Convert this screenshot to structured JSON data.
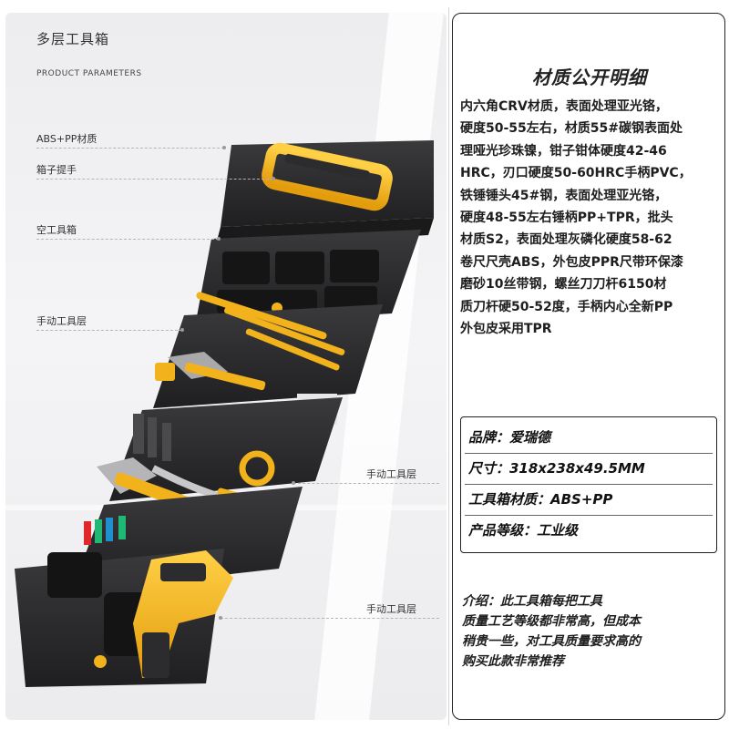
{
  "left_panel": {
    "title": "多层工具箱",
    "subtitle": "PRODUCT PARAMETERS",
    "callouts": [
      {
        "label": "ABS+PP材质"
      },
      {
        "label": "箱子提手"
      },
      {
        "label": "空工具箱"
      },
      {
        "label": "手动工具层"
      },
      {
        "label": "手动工具层"
      },
      {
        "label": "手动工具层"
      }
    ],
    "colors": {
      "case": "#2a2a2c",
      "accent": "#f2b21c",
      "background": "#efeff1"
    }
  },
  "right_panel": {
    "title": "材质公开明细",
    "material_lines": [
      "内六角CRV材质，表面处理亚光铬，",
      "硬度50-55左右，材质55#碳钢表面处",
      "理哑光珍珠镍，钳子钳体硬度42-46",
      "HRC，刃口硬度50-60HRC手柄PVC，",
      "铁锤锤头45#钢，表面处理亚光铬，",
      "硬度48-55左右锤柄PP+TPR，批头",
      "材质S2，表面处理灰磷化硬度58-62",
      "卷尺尺壳ABS，外包皮PPR尺带环保漆",
      "磨砂10丝带钢，螺丝刀刀杆6150材",
      "质刀杆硬50-52度，手柄内心全新PP",
      "外包皮采用TPR"
    ],
    "specs": [
      {
        "text": "品牌：爱瑞德"
      },
      {
        "text": "尺寸：318x238x49.5MM"
      },
      {
        "text": "工具箱材质：ABS+PP"
      },
      {
        "text": "产品等级：工业级"
      }
    ],
    "intro_lines": [
      "介绍：此工具箱每把工具",
      "质量工艺等级都非常高，但成本",
      "稍贵一些，对工具质量要求高的",
      "购买此款非常推荐"
    ]
  }
}
